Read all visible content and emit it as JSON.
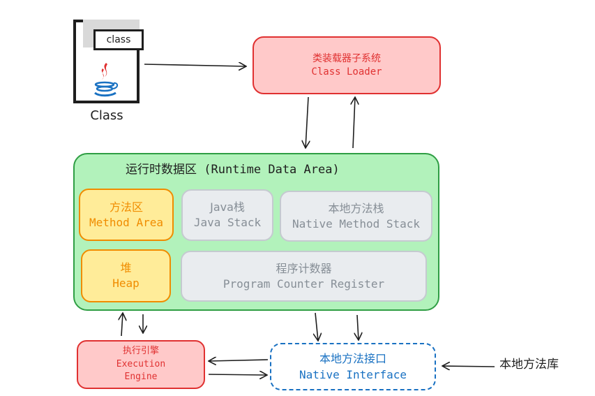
{
  "class_file": {
    "tag": "class",
    "caption": "Class"
  },
  "class_loader": {
    "title_zh": "类装载器子系统",
    "title_en": "Class Loader"
  },
  "runtime_area": {
    "title": "运行时数据区 (Runtime Data Area)",
    "method_area": {
      "zh": "方法区",
      "en": "Method Area"
    },
    "java_stack": {
      "zh": "Java栈",
      "en": "Java Stack"
    },
    "native_stack": {
      "zh": "本地方法栈",
      "en": "Native Method Stack"
    },
    "heap": {
      "zh": "堆",
      "en": "Heap"
    },
    "pc_register": {
      "zh": "程序计数器",
      "en": "Program Counter Register"
    }
  },
  "execution_engine": {
    "zh": "执行引擎",
    "en_line1": "Execution",
    "en_line2": "Engine"
  },
  "native_interface": {
    "zh": "本地方法接口",
    "en": "Native Interface"
  },
  "native_library": "本地方法库",
  "colors": {
    "red_stroke": "#e03131",
    "red_fill": "#ffc9c9",
    "green_stroke": "#2f9e44",
    "green_fill": "#b2f2bb",
    "yellow_stroke": "#f08c00",
    "yellow_fill": "#ffec99",
    "grey_fill": "#e9ecef",
    "grey_text": "#868e96",
    "blue": "#1971c2"
  },
  "icons": [
    "java-logo-icon"
  ]
}
